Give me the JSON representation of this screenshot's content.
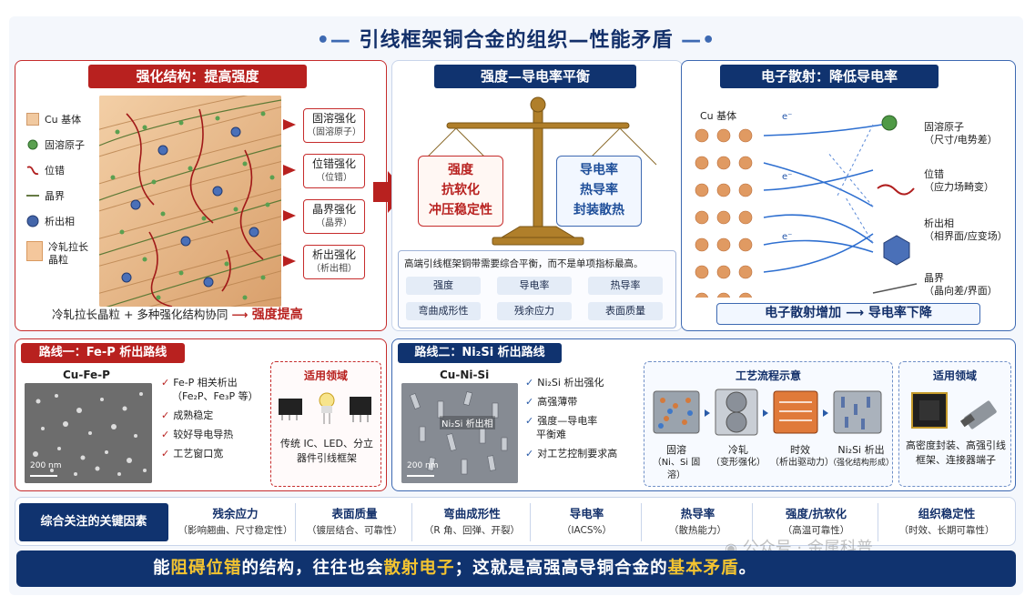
{
  "title": "引线框架铜合金的组织—性能矛盾",
  "panel1": {
    "header": "强化结构：提高强度",
    "legend": [
      {
        "label": "Cu 基体",
        "icon": "cu-matrix-swatch-icon"
      },
      {
        "label": "固溶原子",
        "icon": "solute-atom-dot-icon"
      },
      {
        "label": "位错",
        "icon": "dislocation-curve-icon"
      },
      {
        "label": "晶界",
        "icon": "grain-boundary-line-icon"
      },
      {
        "label": "析出相",
        "icon": "precipitate-hexagon-icon"
      },
      {
        "label": "冷轧拉长晶粒",
        "icon": "elongated-grain-swatch-icon"
      }
    ],
    "tags": [
      {
        "title": "固溶强化",
        "sub": "（固溶原子）"
      },
      {
        "title": "位错强化",
        "sub": "（位错）"
      },
      {
        "title": "晶界强化",
        "sub": "（晶界）"
      },
      {
        "title": "析出强化",
        "sub": "（析出相）"
      }
    ],
    "footer": "冷轧拉长晶粒 + 多种强化结构协同",
    "footer_result": "强度提高"
  },
  "panel2": {
    "header": "强度—导电率平衡",
    "left_pan": [
      "强度",
      "抗软化",
      "冲压稳定性"
    ],
    "right_pan": [
      "导电率",
      "热导率",
      "封装散热"
    ],
    "note": "高端引线框架铜带需要综合平衡，而不是单项指标最高。",
    "chips": [
      "强度",
      "导电率",
      "热导率",
      "弯曲成形性",
      "残余应力",
      "表面质量"
    ]
  },
  "panel3": {
    "header": "电子散射：降低导电率",
    "cu_label": "Cu 基体",
    "electron": "e⁻",
    "labels": [
      {
        "title": "固溶原子",
        "sub": "（尺寸/电势差）"
      },
      {
        "title": "位错",
        "sub": "（应力场畸变）"
      },
      {
        "title": "析出相",
        "sub": "（相界面/应变场）"
      },
      {
        "title": "晶界",
        "sub": "（晶向差/界面）"
      }
    ],
    "footer": "电子散射增加",
    "footer_result": "导电率下降"
  },
  "route1": {
    "header": "路线一：Fe-P 析出路线",
    "sample": "Cu-Fe-P",
    "scale": "200 nm",
    "bullets": [
      "Fe-P 相关析出",
      "（Fe₂P、Fe₃P 等）",
      "成熟稳定",
      "较好导电导热",
      "工艺窗口宽"
    ],
    "app_title": "适用领域",
    "app_text": "传统 IC、LED、分立器件引线框架"
  },
  "route2": {
    "header": "路线二：Ni₂Si 析出路线",
    "sample": "Cu-Ni-Si",
    "scale": "200 nm",
    "precip_label": "Ni₂Si 析出相",
    "bullets": [
      "Ni₂Si 析出强化",
      "高强薄带",
      "强度—导电率",
      "平衡难",
      "对工艺控制要求高"
    ],
    "process_title": "工艺流程示意",
    "steps": [
      {
        "title": "固溶",
        "sub": "（Ni、Si 固溶）"
      },
      {
        "title": "冷轧",
        "sub": "（变形强化）"
      },
      {
        "title": "时效",
        "sub": "（析出驱动力）"
      },
      {
        "title": "Ni₂Si 析出",
        "sub": "（强化结构形成）"
      }
    ],
    "app_title": "适用领域",
    "app_text": "高密度封装、高强引线框架、连接器端子"
  },
  "factors": {
    "label": "综合关注的关键因素",
    "items": [
      {
        "title": "残余应力",
        "sub": "（影响翘曲、尺寸稳定性）"
      },
      {
        "title": "表面质量",
        "sub": "（镀层结合、可靠性）"
      },
      {
        "title": "弯曲成形性",
        "sub": "（R 角、回弹、开裂）"
      },
      {
        "title": "导电率",
        "sub": "（IACS%）"
      },
      {
        "title": "热导率",
        "sub": "（散热能力）"
      },
      {
        "title": "强度/抗软化",
        "sub": "（高温可靠性）"
      },
      {
        "title": "组织稳定性",
        "sub": "（时效、长期可靠性）"
      }
    ]
  },
  "bottom": {
    "t1": "能",
    "h1": "阻碍位错",
    "t2": "的结构，往往也会",
    "h2": "散射电子",
    "t3": "；这就是高强高导铜合金的",
    "h3": "基本矛盾",
    "t4": "。"
  },
  "watermark": "公众号 · 金属科普",
  "colors": {
    "navy": "#10336f",
    "red": "#b8211f",
    "gold": "#f4c430",
    "blue": "#2a5ba8"
  }
}
